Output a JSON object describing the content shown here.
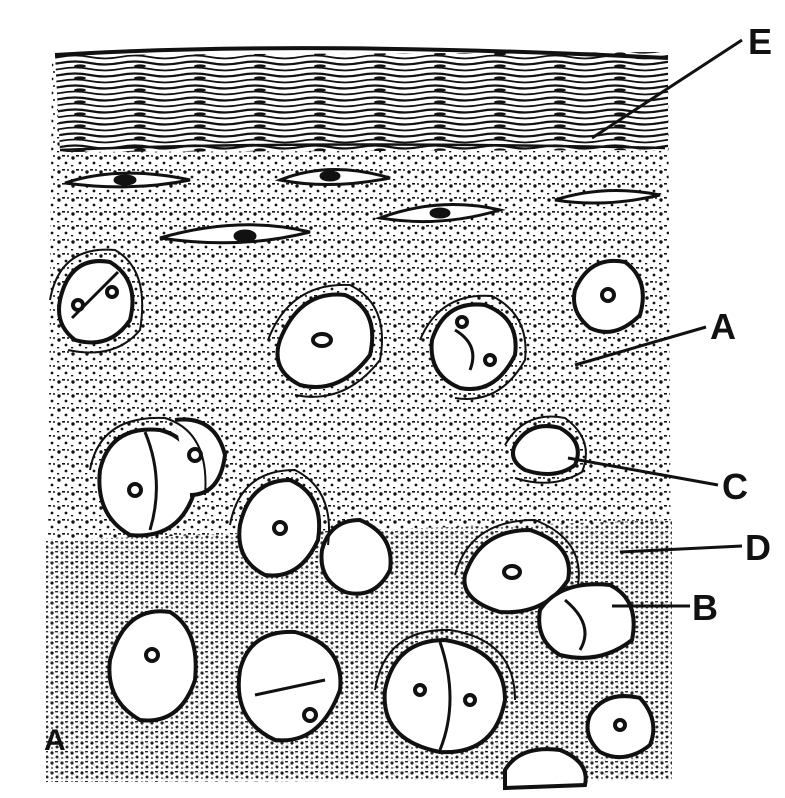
{
  "labels": {
    "E": "E",
    "A": "A",
    "C": "C",
    "D": "D",
    "B": "B",
    "panel": "A"
  },
  "colors": {
    "ink": "#111111",
    "paper": "#ffffff"
  }
}
